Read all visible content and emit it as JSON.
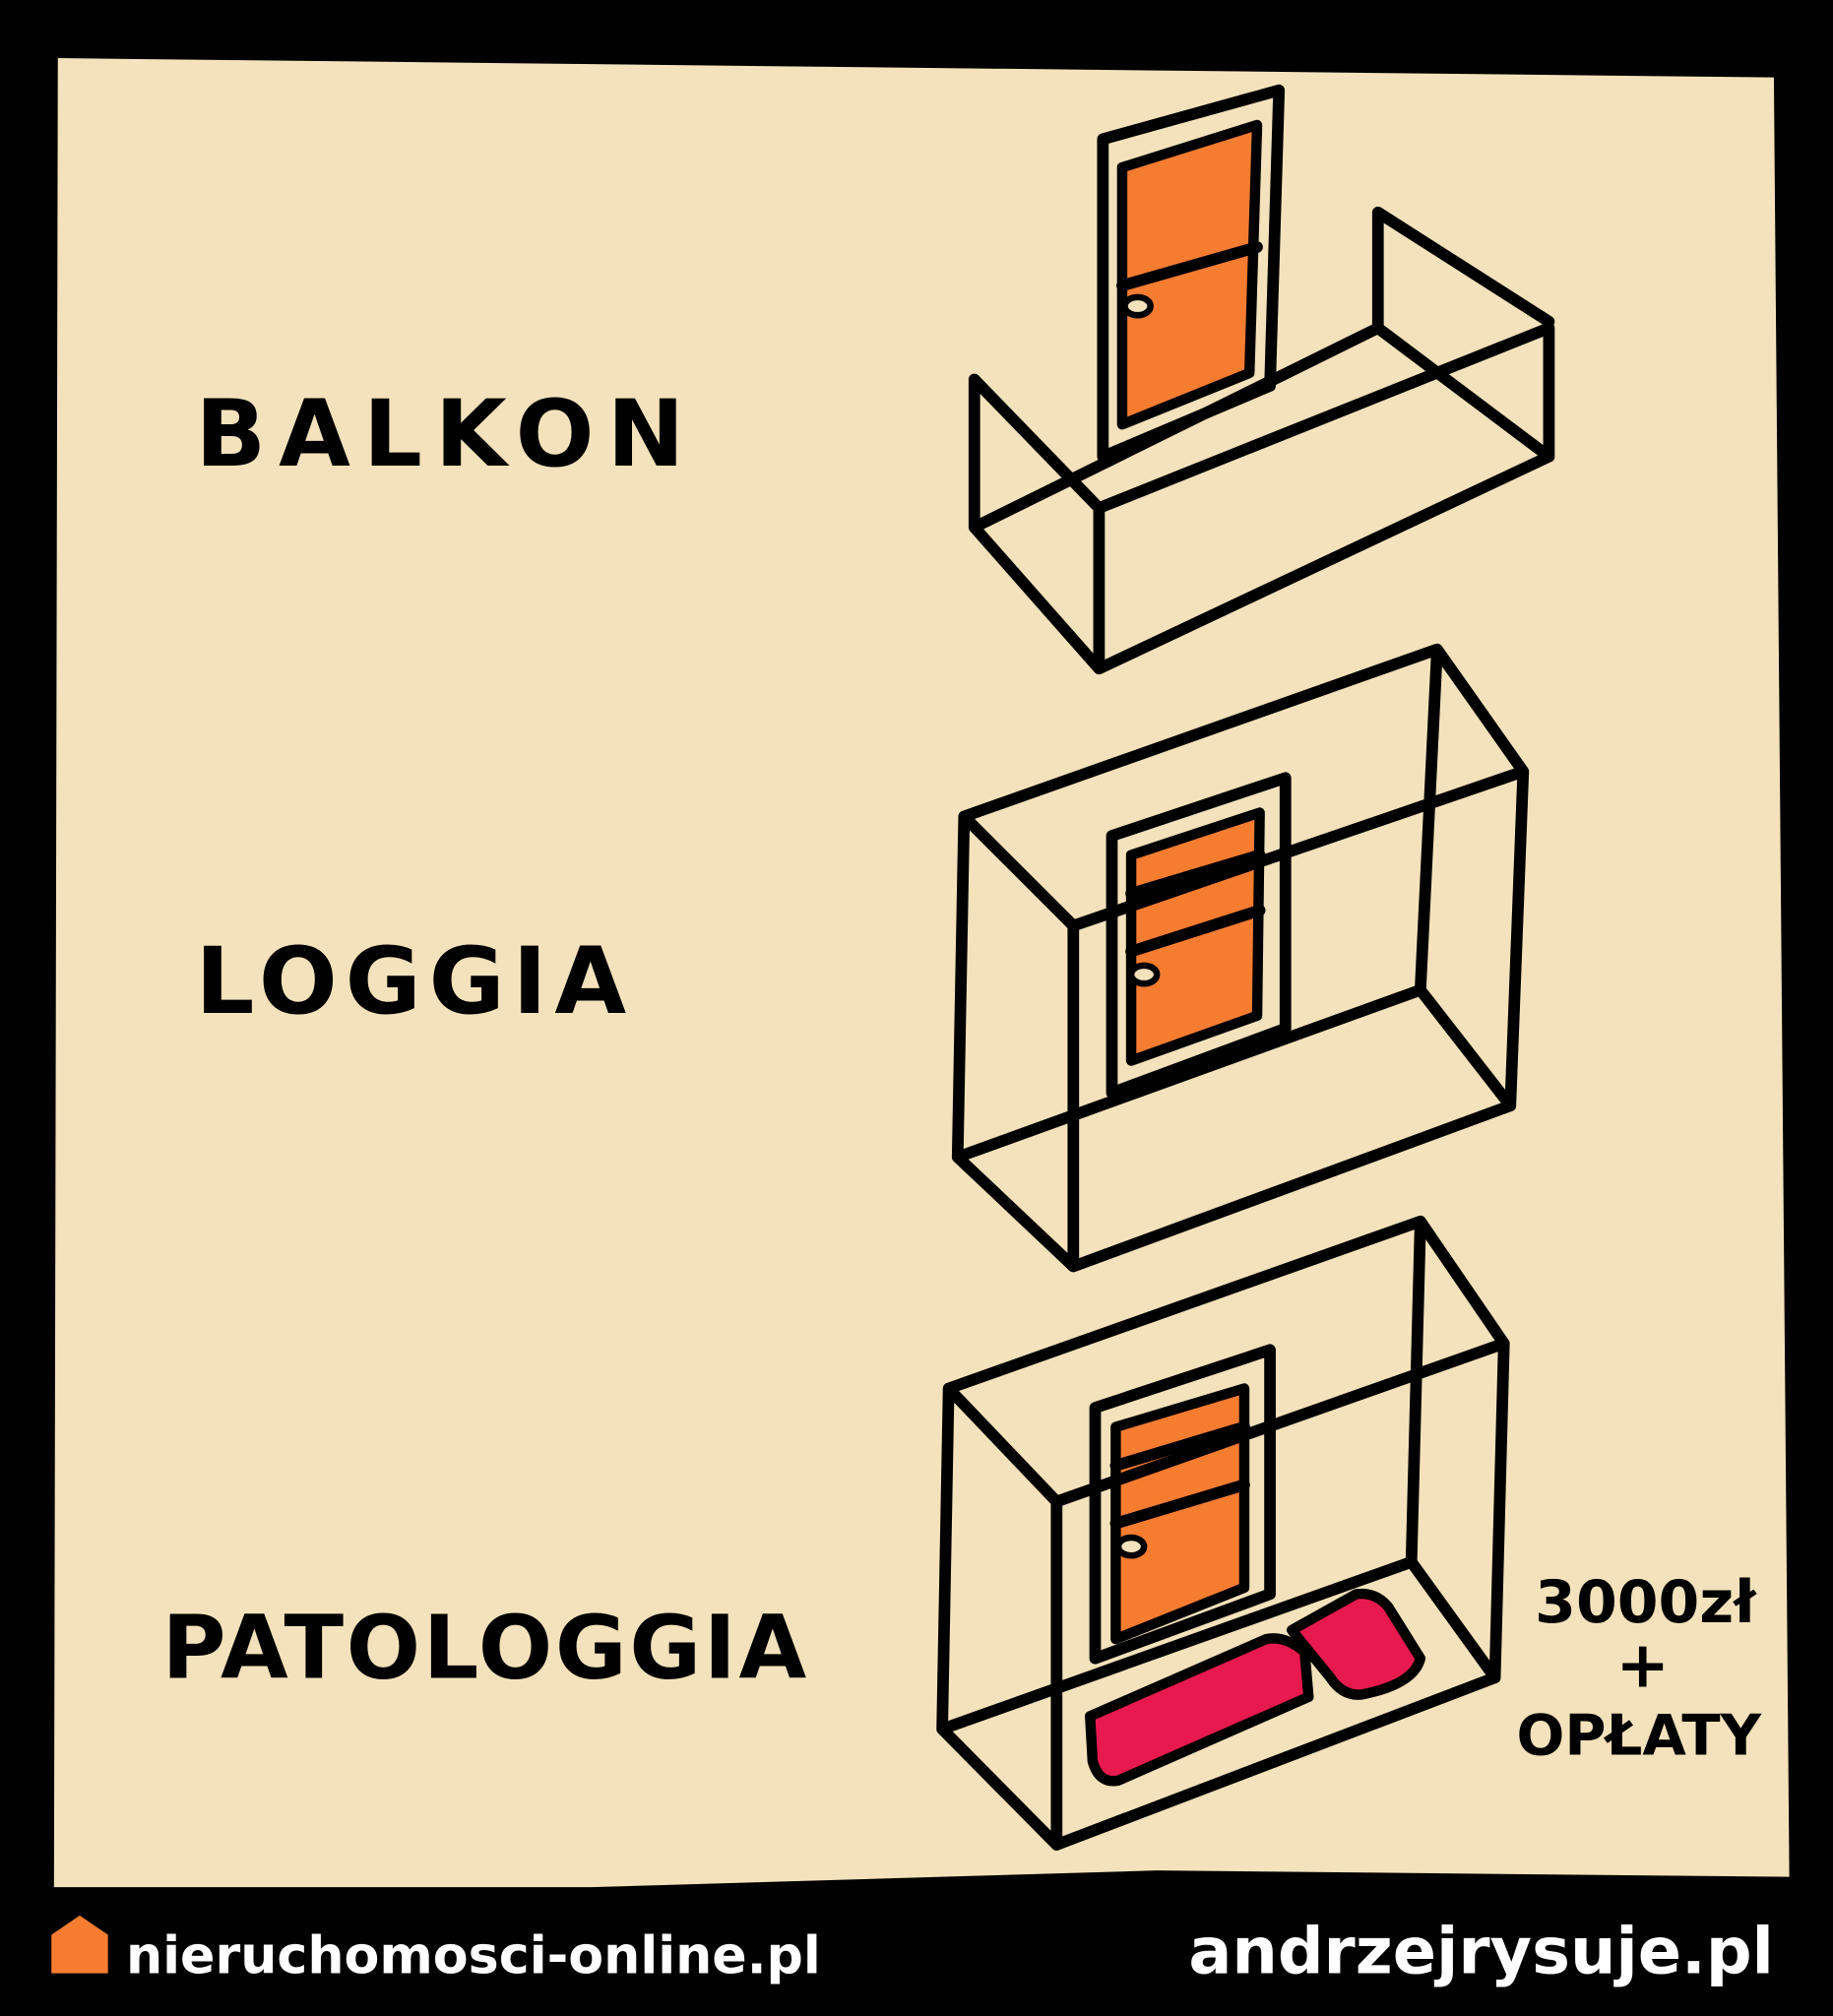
{
  "labels": {
    "balkon": "BALKON",
    "loggia": "LOGGIA",
    "patologgia": "PATOLOGGIA"
  },
  "price_note": {
    "amount": "3000zł",
    "plus": "+",
    "fees": "OPŁATY"
  },
  "footer": {
    "left_site": "nieruchomosci-online.pl",
    "right_site": "andrzejrysuje.pl"
  },
  "colors": {
    "background": "#f3e2bb",
    "frame": "#000000",
    "door": "#f67c30",
    "bedding": "#e8194f",
    "house_icon": "#f67c30"
  }
}
